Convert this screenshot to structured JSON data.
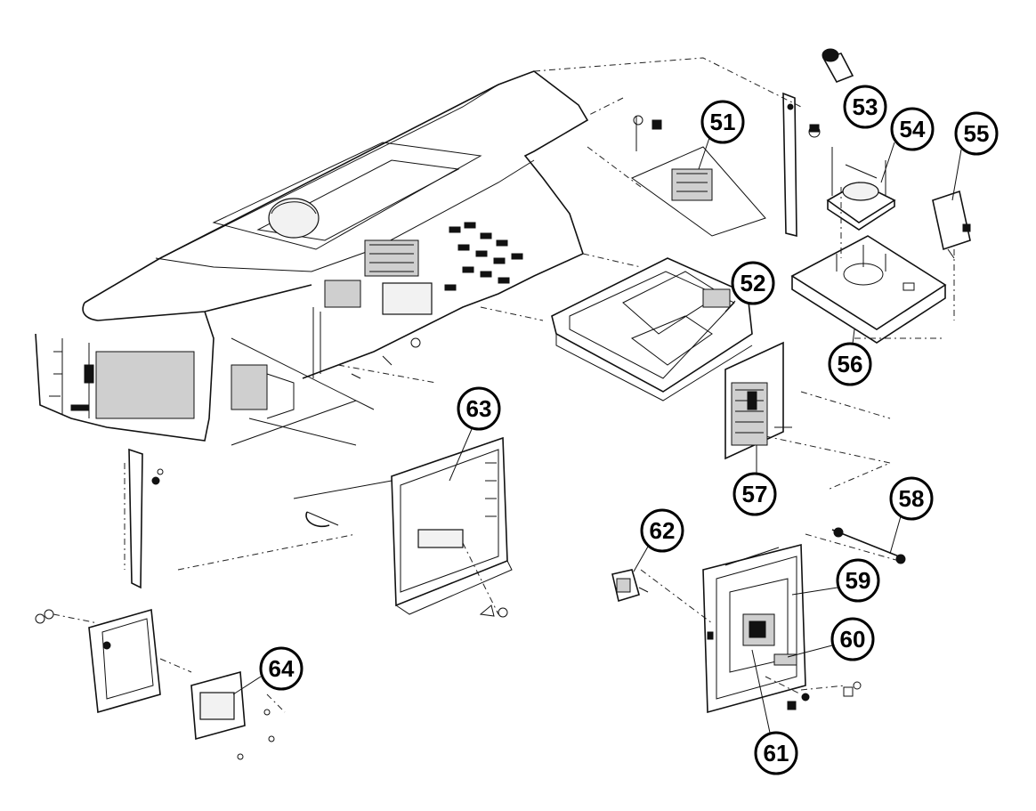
{
  "callouts": [
    {
      "id": "51",
      "label": "51"
    },
    {
      "id": "52",
      "label": "52"
    },
    {
      "id": "53",
      "label": "53"
    },
    {
      "id": "54",
      "label": "54"
    },
    {
      "id": "55",
      "label": "55"
    },
    {
      "id": "56",
      "label": "56"
    },
    {
      "id": "57",
      "label": "57"
    },
    {
      "id": "58",
      "label": "58"
    },
    {
      "id": "59",
      "label": "59"
    },
    {
      "id": "60",
      "label": "60"
    },
    {
      "id": "61",
      "label": "61"
    },
    {
      "id": "62",
      "label": "62"
    },
    {
      "id": "63",
      "label": "63"
    },
    {
      "id": "64",
      "label": "64"
    }
  ]
}
